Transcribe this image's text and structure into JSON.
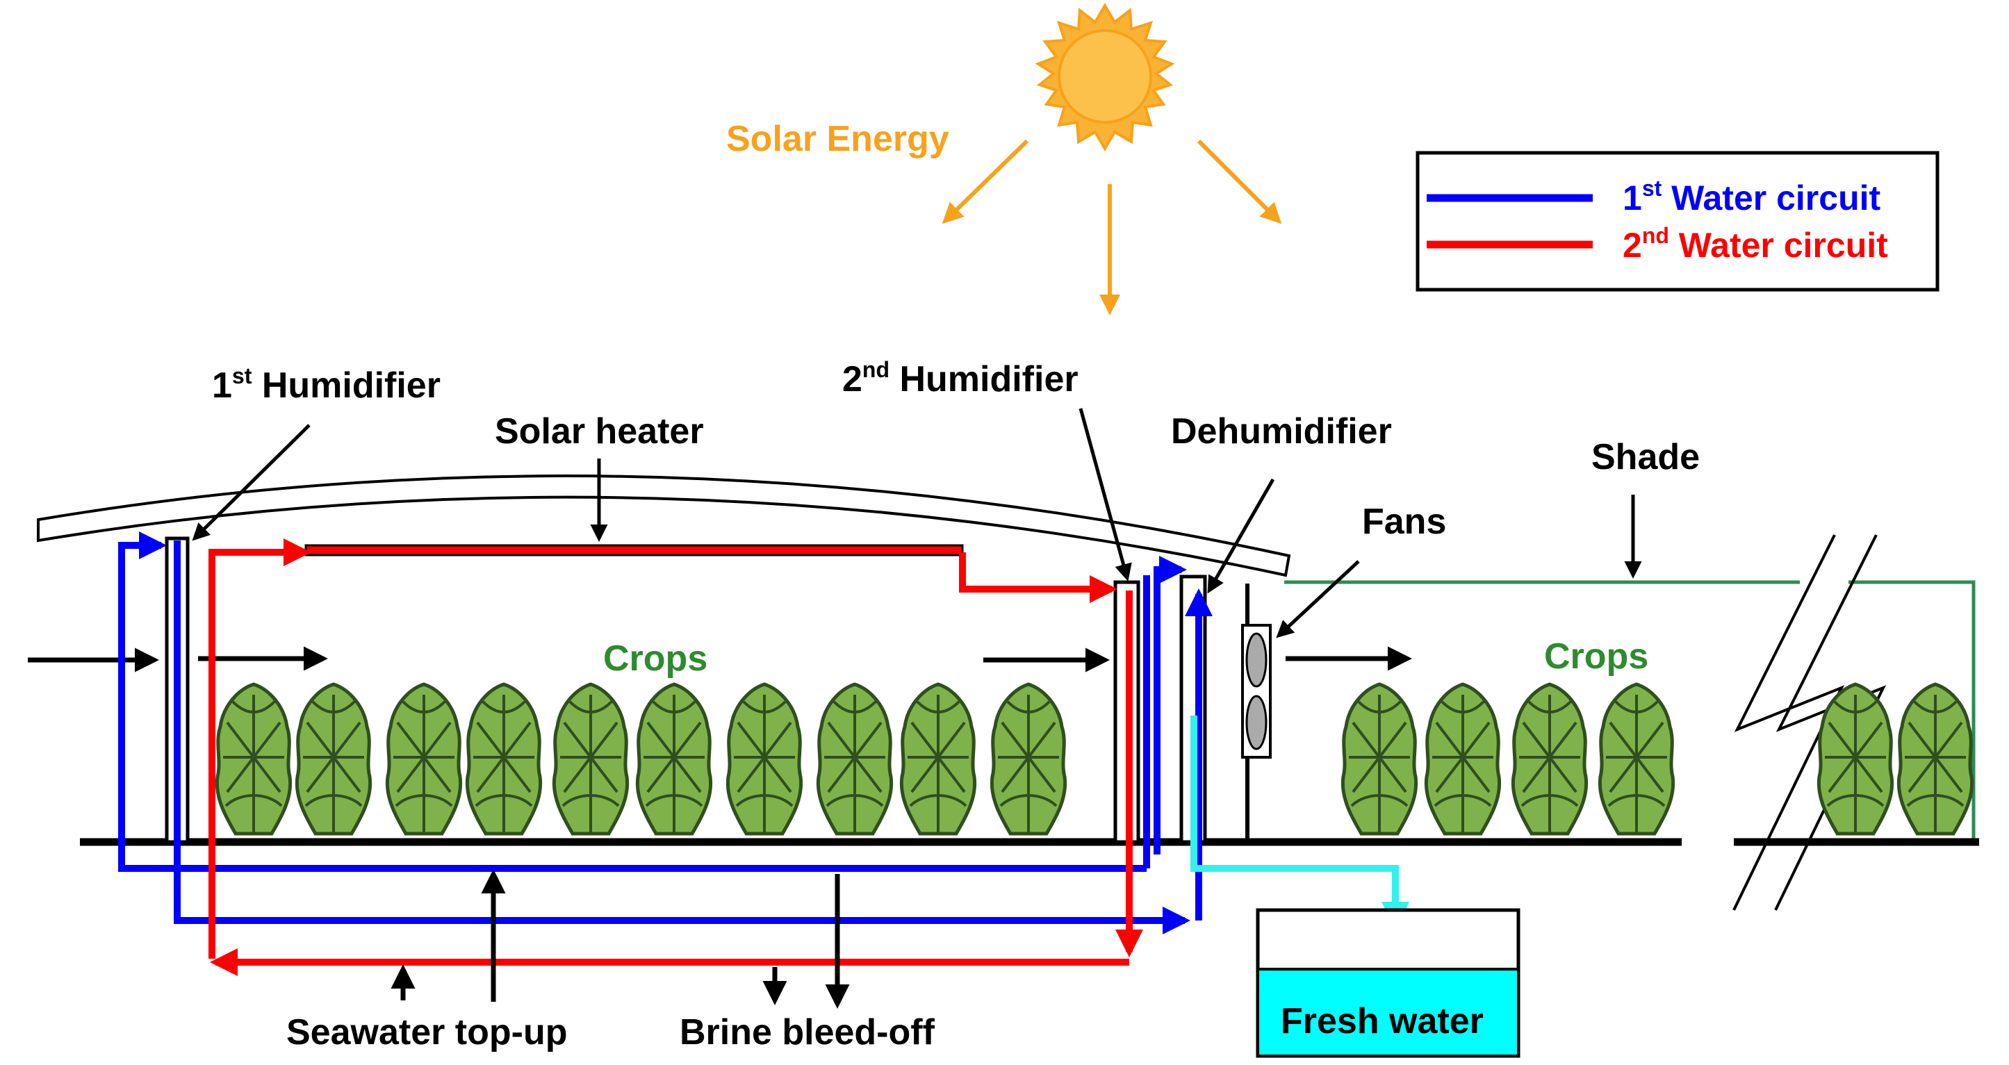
{
  "colors": {
    "first_circuit": "#0000ff",
    "second_circuit": "#ff0000",
    "fresh_water": "#00ffff",
    "fresh_water_pipe": "#33f0f0",
    "solar": "#f7a21b",
    "crops_label": "#2e8b2e",
    "shade": "#2e8b57",
    "sun_core": "#f9b233",
    "plant": "#7fb24a"
  },
  "sun": {
    "label": "Solar Energy",
    "icon": "sun-icon"
  },
  "legend": {
    "first": {
      "prefix": "1",
      "sup": "st",
      "rest": " Water circuit"
    },
    "second": {
      "prefix": "2",
      "sup": "nd",
      "rest": " Water circuit"
    }
  },
  "labels": {
    "humidifier1": {
      "prefix": "1",
      "sup": "st",
      "rest": " Humidifier"
    },
    "humidifier2": {
      "prefix": "2",
      "sup": "nd",
      "rest": " Humidifier"
    },
    "solar_heater": "Solar heater",
    "dehumidifier": "Dehumidifier",
    "shade": "Shade",
    "fans": "Fans",
    "crops_greenhouse": "Crops",
    "crops_shade": "Crops",
    "seawater": "Seawater top-up",
    "brine": "Brine bleed-off",
    "fresh_water": "Fresh water"
  }
}
